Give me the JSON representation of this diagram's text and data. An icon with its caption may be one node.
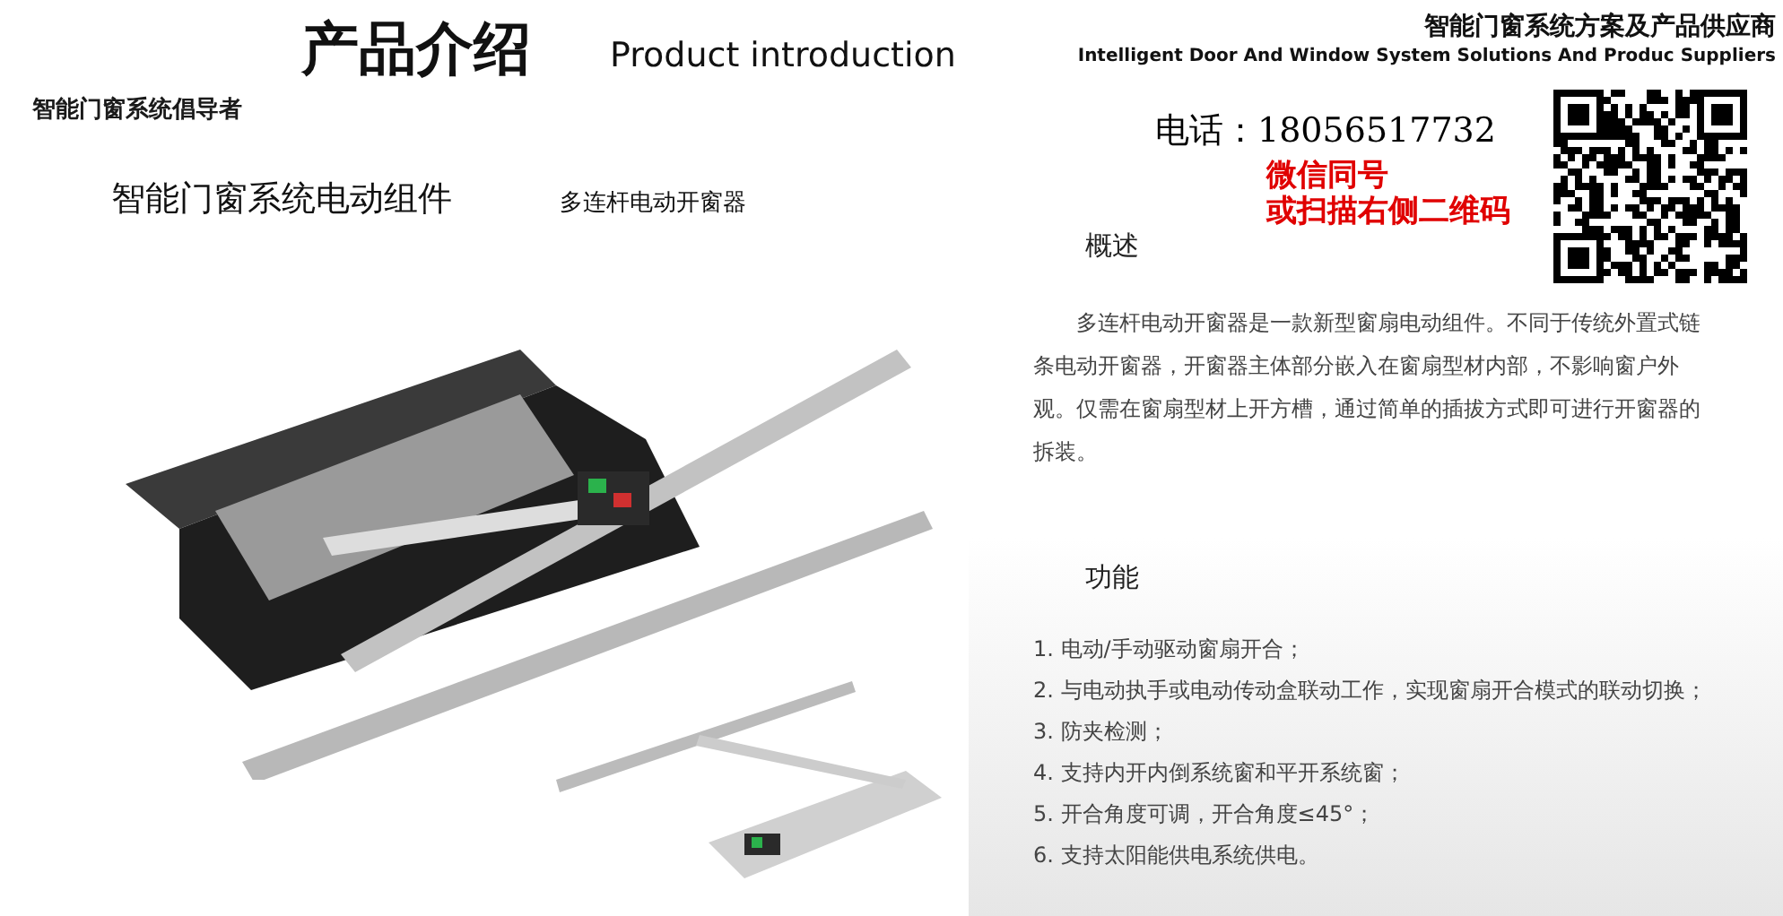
{
  "diagram": {
    "title": "产品介绍",
    "labels": [
      "智能门窗系统倡导者",
      "Product introduction",
      "智能门窗系统方案及产品供应商",
      "Intelligent Door And Window System Solutions And Produc Suppliers",
      "电话：18056517732",
      "微信同号",
      "或扫描右侧二维码",
      "智能门窗系统电动组件",
      "多连杆电动开窗器",
      "概述",
      "多连杆电动开窗器是一款新型窗扇电动组件。不同于传统外置式链条电动开窗器，开窗器主体部分嵌入在窗扇型材内部，不影响窗户外观。仅需在窗扇型材上开方槽，通过简单的插拔方式即可进行开窗器的拆装。",
      "功能",
      "1. 电动/手动驱动窗扇开合；",
      "2. 与电动执手或电动传动盒联动工作，实现窗扇开合模式的联动切换；",
      "3. 防夹检测；",
      "4. 支持内开内倒系统窗和平开系统窗；",
      "5. 开合角度可调，开合角度≤45°；",
      "6. 支持太阳能供电系统供电。"
    ]
  }
}
